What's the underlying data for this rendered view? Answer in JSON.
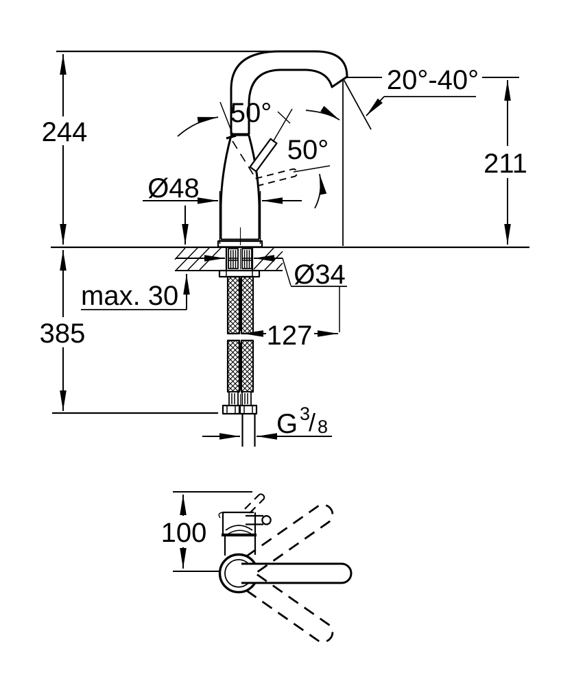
{
  "drawing": {
    "kind": "technical installation dimension drawing",
    "subject": "single-lever high-spout basin mixer tap, front section view with supply hoses and plan view of spout swivel range",
    "units": "mm",
    "line_color": "#000000",
    "background_color": "#ffffff",
    "front_view": {
      "total_height": "244",
      "outlet_height": "211",
      "outlet_angle_range": "20°-40°",
      "lever_open_angle": "50°",
      "lever_swing_angle": "50°",
      "body_diameter": "Ø48",
      "mounting_hole_diameter": "Ø34",
      "max_deck_thickness": "max. 30",
      "length_below_deck": "385",
      "hose_projection": "127",
      "thread": {
        "prefix": "G",
        "numerator": "3",
        "slash": "/",
        "denominator": "8"
      }
    },
    "plan_view": {
      "lever_projection": "100"
    }
  }
}
